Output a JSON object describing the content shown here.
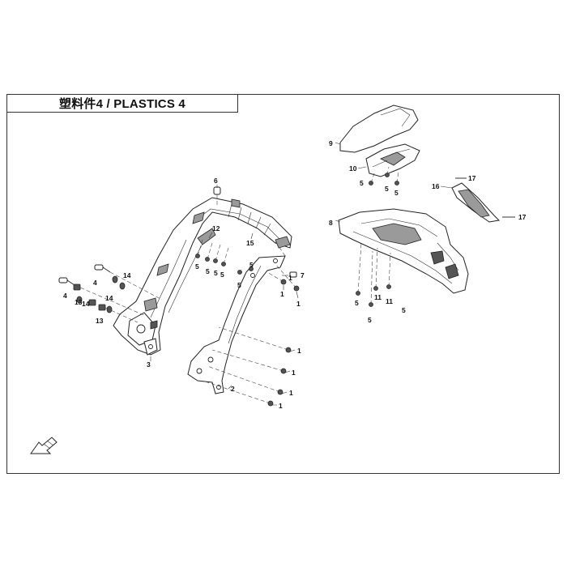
{
  "title": "塑料件4 / PLASTICS 4",
  "callouts": {
    "c6": "6",
    "c12": "12",
    "c15": "15",
    "c7": "7",
    "c3": "3",
    "c2": "2",
    "c4a": "4",
    "c4b": "4",
    "c14a": "14",
    "c14b": "14",
    "c14c": "14",
    "c13a": "13",
    "c13b": "13",
    "c5a": "5",
    "c5b": "5",
    "c5c": "5",
    "c5d": "5",
    "c5e": "5",
    "c5f": "5",
    "c1a": "1",
    "c1b": "1",
    "c1c": "1",
    "c1d": "1",
    "c1e": "1",
    "c1f": "1",
    "c1g": "1",
    "c9": "9",
    "c10": "10",
    "c5g": "5",
    "c5h": "5",
    "c5i": "5",
    "c16": "16",
    "c17a": "17",
    "c17b": "17",
    "c8": "8",
    "c5j": "5",
    "c5k": "5",
    "c11a": "11",
    "c11b": "11",
    "c5l": "5"
  },
  "icons": [
    "front-direction-arrow-icon"
  ]
}
